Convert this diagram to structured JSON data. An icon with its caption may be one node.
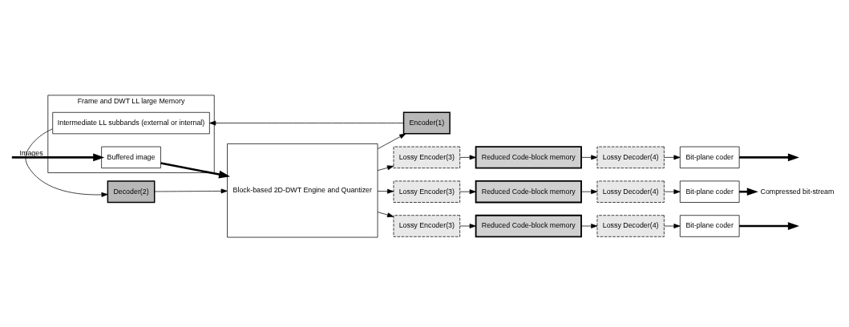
{
  "diagram": {
    "nodes": [
      {
        "text": [
          "Frame and DWT LL large Memory"
        ]
      },
      {
        "text": [
          "Buffered image"
        ],
        "in": 0
      },
      {
        "text": [
          "Intermediate LL subbands (external or internal)"
        ],
        "in": 0
      },
      {
        "text": [
          "Encoder(1)"
        ]
      },
      {
        "text": [
          "Decoder(2)"
        ]
      },
      {
        "text": [
          "Block-based 2D-DWT Engine and Quantizer"
        ]
      },
      {
        "text": [
          "Lossy Encoder(3)"
        ]
      },
      {
        "text": [
          "Reduced Code-block memory"
        ]
      },
      {
        "text": [
          "Lossy Decoder(4)"
        ]
      },
      {
        "text": [
          "Bit-plane coder"
        ]
      },
      {
        "text": [
          "Lossy Encoder(3)"
        ]
      },
      {
        "text": [
          "Reduced Code-block memory"
        ]
      },
      {
        "text": [
          "Lossy Decoder(4)"
        ]
      },
      {
        "text": [
          "Bit-plane coder"
        ]
      },
      {
        "text": [
          "Lossy Encoder(3)"
        ]
      },
      {
        "text": [
          "Reduced Code-block memory"
        ]
      },
      {
        "text": [
          "Lossy Decoder(4)"
        ]
      },
      {
        "text": [
          "Bit-plane coder"
        ]
      },
      {
        "text": [
          "Compressed bit-stream"
        ]
      }
    ],
    "edges": [
      {
        "from": null,
        "to": 1,
        "arrow": "to",
        "label": "Images",
        "style": "thick"
      },
      {
        "from": 1,
        "to": 5,
        "arrow": "to",
        "style": "thick"
      },
      {
        "from": 5,
        "to": 3,
        "arrow": "to"
      },
      {
        "from": 3,
        "to": 2,
        "arrow": "to"
      },
      {
        "from": 2,
        "to": 4,
        "arrow": "to"
      },
      {
        "from": 4,
        "to": 5,
        "arrow": "to"
      },
      {
        "from": 5,
        "to": 6,
        "arrow": "to"
      },
      {
        "from": 6,
        "to": 7,
        "arrow": "to"
      },
      {
        "from": 7,
        "to": 8,
        "arrow": "to"
      },
      {
        "from": 8,
        "to": 9,
        "arrow": "to"
      },
      {
        "from": 9,
        "to": null,
        "arrow": "to",
        "style": "thick"
      },
      {
        "from": 5,
        "to": 10,
        "arrow": "to"
      },
      {
        "from": 10,
        "to": 11,
        "arrow": "to"
      },
      {
        "from": 11,
        "to": 12,
        "arrow": "to"
      },
      {
        "from": 12,
        "to": 13,
        "arrow": "to"
      },
      {
        "from": 13,
        "to": 18,
        "arrow": "to",
        "style": "thick"
      },
      {
        "from": 5,
        "to": 14,
        "arrow": "to"
      },
      {
        "from": 14,
        "to": 15,
        "arrow": "to"
      },
      {
        "from": 15,
        "to": 16,
        "arrow": "to"
      },
      {
        "from": 16,
        "to": 17,
        "arrow": "to"
      },
      {
        "from": 17,
        "to": null,
        "arrow": "to",
        "style": "thick"
      }
    ]
  }
}
